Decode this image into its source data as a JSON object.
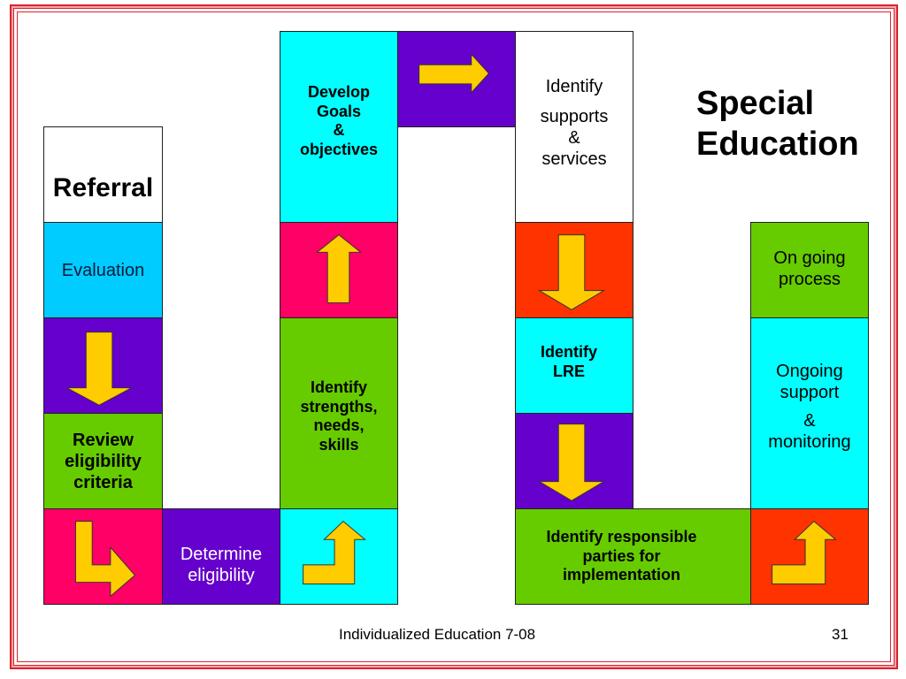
{
  "slide": {
    "title_line1": "Special",
    "title_line2": "Education",
    "footer": "Individualized Education 7-08",
    "page_number": "31"
  },
  "colors": {
    "border": "#d9252f",
    "cyan": "#00ffff",
    "sky_blue": "#00ccff",
    "magenta": "#ff0066",
    "purple": "#6600cc",
    "green": "#66cc00",
    "orange_red": "#ff3300",
    "arrow_yellow": "#ffcc00"
  },
  "steps": {
    "referral": "Referral",
    "evaluation": "Evaluation",
    "review": [
      "Review",
      "eligibility",
      "criteria"
    ],
    "determine": [
      "Determine",
      "eligibility"
    ],
    "strengths": [
      "Identify",
      "strengths,",
      "needs,",
      "skills"
    ],
    "goals": [
      "Develop",
      "Goals",
      "&",
      "objectives"
    ],
    "supports": [
      "Identify",
      "supports",
      "&",
      "services"
    ],
    "lre": [
      "Identify",
      "LRE"
    ],
    "responsible": [
      "Identify responsible",
      "parties for",
      "implementation"
    ],
    "ongoing_support": [
      "Ongoing",
      "support",
      "&",
      "monitoring"
    ],
    "ongoing_process": [
      "On going",
      "process"
    ]
  },
  "arrows": [
    {
      "id": "down-1",
      "direction": "down"
    },
    {
      "id": "elbow-right-1",
      "direction": "down-then-right"
    },
    {
      "id": "elbow-up-1",
      "direction": "right-then-up"
    },
    {
      "id": "up-1",
      "direction": "up"
    },
    {
      "id": "right-1",
      "direction": "right"
    },
    {
      "id": "down-2",
      "direction": "down"
    },
    {
      "id": "down-3",
      "direction": "down"
    },
    {
      "id": "elbow-up-2",
      "direction": "right-then-up"
    }
  ]
}
